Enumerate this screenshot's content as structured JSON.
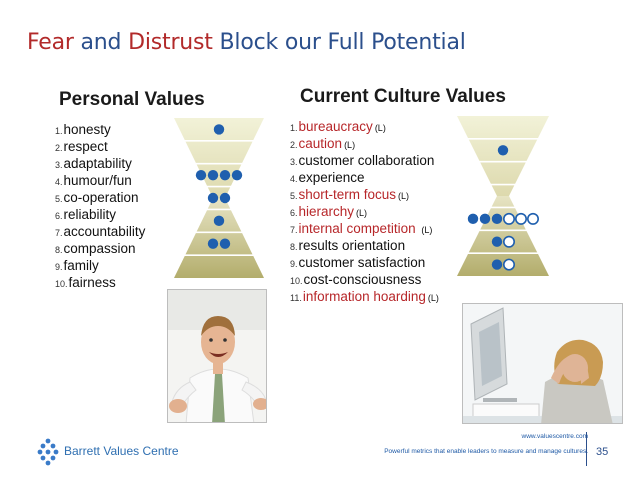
{
  "title": {
    "part1": "Fear",
    "part2": " and ",
    "part3": "Distrust",
    "part4": " Block our Full Potential"
  },
  "personal": {
    "heading": "Personal Values",
    "items": [
      {
        "num": "1.",
        "label": "honesty"
      },
      {
        "num": "2.",
        "label": "respect"
      },
      {
        "num": "3.",
        "label": "adaptability"
      },
      {
        "num": "4.",
        "label": "humour/fun"
      },
      {
        "num": "5.",
        "label": "co-operation"
      },
      {
        "num": "6.",
        "label": "reliability"
      },
      {
        "num": "7.",
        "label": "accountability"
      },
      {
        "num": "8.",
        "label": "compassion"
      },
      {
        "num": "9.",
        "label": "family"
      },
      {
        "num": "10.",
        "label": "fairness"
      }
    ],
    "levels": [
      {
        "filled": 1,
        "empty": 0
      },
      {
        "filled": 0,
        "empty": 0
      },
      {
        "filled": 4,
        "empty": 0
      },
      {
        "filled": 2,
        "empty": 0
      },
      {
        "filled": 1,
        "empty": 0
      },
      {
        "filled": 2,
        "empty": 0
      },
      {
        "filled": 0,
        "empty": 0
      }
    ]
  },
  "culture": {
    "heading": "Current Culture Values",
    "items": [
      {
        "num": "1.",
        "label": "bureaucracy",
        "mark": "(L)",
        "limiting": true
      },
      {
        "num": "2.",
        "label": "caution",
        "mark": "(L)",
        "limiting": true
      },
      {
        "num": "3.",
        "label": "customer collaboration",
        "mark": "",
        "limiting": false
      },
      {
        "num": "4.",
        "label": "experience",
        "mark": "",
        "limiting": false
      },
      {
        "num": "5.",
        "label": "short-term focus",
        "mark": "(L)",
        "limiting": true
      },
      {
        "num": "6.",
        "label": "hierarchy",
        "mark": "(L)",
        "limiting": true
      },
      {
        "num": "7.",
        "label": "internal competition ",
        "mark": "(L)",
        "limiting": true
      },
      {
        "num": "8.",
        "label": "results orientation",
        "mark": "",
        "limiting": false
      },
      {
        "num": "9.",
        "label": "customer satisfaction",
        "mark": "",
        "limiting": false
      },
      {
        "num": "10.",
        "label": "cost-consciousness",
        "mark": "",
        "limiting": false
      },
      {
        "num": "11.",
        "label": "information hoarding",
        "mark": "(L)",
        "limiting": true
      }
    ],
    "levels": [
      {
        "filled": 0,
        "empty": 0
      },
      {
        "filled": 1,
        "empty": 0
      },
      {
        "filled": 0,
        "empty": 0
      },
      {
        "filled": 0,
        "empty": 0
      },
      {
        "filled": 3,
        "empty": 3
      },
      {
        "filled": 1,
        "empty": 1
      },
      {
        "filled": 1,
        "empty": 1
      }
    ]
  },
  "colors": {
    "dot_fill": "#1f5fae",
    "dot_empty_stroke": "#1f5fae",
    "hourglass_top": "#f2f2d8",
    "hourglass_bottom": "#b3ad6c",
    "title_red": "#b22a2a",
    "title_blue": "#2b4f8c"
  },
  "footer": {
    "logo_name": "Barrett Values Centre",
    "url": "www.valuescentre.com",
    "tagline": "Powerful metrics that enable leaders to measure and manage cultures.",
    "page": "35"
  }
}
